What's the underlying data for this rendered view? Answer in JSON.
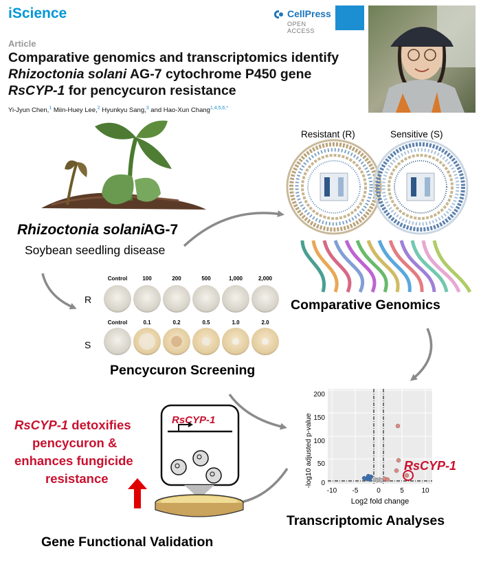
{
  "header": {
    "journal": "iScience",
    "publisher": "CellPress",
    "publisher_sub": "OPEN ACCESS",
    "article_label": "Article",
    "title_line1": "Comparative genomics and transcriptomics identify",
    "title_line2_italic": "Rhizoctonia solani",
    "title_line2_rest": " AG-7 cytochrome P450 gene",
    "title_line3_italic": "RsCYP-1",
    "title_line3_rest": " for pencycuron resistance",
    "authors": [
      {
        "name": "Yi-Jyun Chen,",
        "sup": "1"
      },
      {
        "name": " Miin-Huey Lee,",
        "sup": "2"
      },
      {
        "name": " Hyunkyu Sang,",
        "sup": "3"
      },
      {
        "name": " and Hao-Xun Chang",
        "sup": "1,4,5,6,*"
      }
    ]
  },
  "abstract": {
    "pathogen_italic": "Rhizoctonia solani",
    "pathogen_rest": " AG-7",
    "disease": "Soybean seedling disease",
    "genomics": {
      "resistant_label": "Resistant (R)",
      "sensitive_label": "Sensitive (S)",
      "caption": "Comparative Genomics"
    },
    "screening": {
      "row_r": "R",
      "row_s": "S",
      "r_concs": [
        "Control",
        "100",
        "200",
        "500",
        "1,000",
        "2,000"
      ],
      "s_concs": [
        "Control",
        "0.1",
        "0.2",
        "0.5",
        "1.0",
        "2.0"
      ],
      "caption": "Pencycuron Screening"
    },
    "volcano": {
      "ylabel": "-log10 adjusted p-value",
      "xlabel": "Log2 fold change",
      "x_ticks": [
        "-10",
        "-5",
        "0",
        "5",
        "10"
      ],
      "y_ticks": [
        "0",
        "50",
        "100",
        "150",
        "200"
      ],
      "highlight_label": "RsCYP-1",
      "caption": "Transcriptomic Analyses"
    },
    "validation": {
      "gene_label": "RsCYP-1",
      "statement_italic": "RsCYP-1",
      "statement_line1_rest": " detoxifies",
      "statement_line2": "pencycuron &",
      "statement_line3": "enhances fungicide",
      "statement_line4": "resistance",
      "caption": "Gene Functional Validation"
    },
    "colors": {
      "red": "#c8102e",
      "blue": "#1b8fd2",
      "gray_arrow": "#8a8a8a"
    }
  }
}
